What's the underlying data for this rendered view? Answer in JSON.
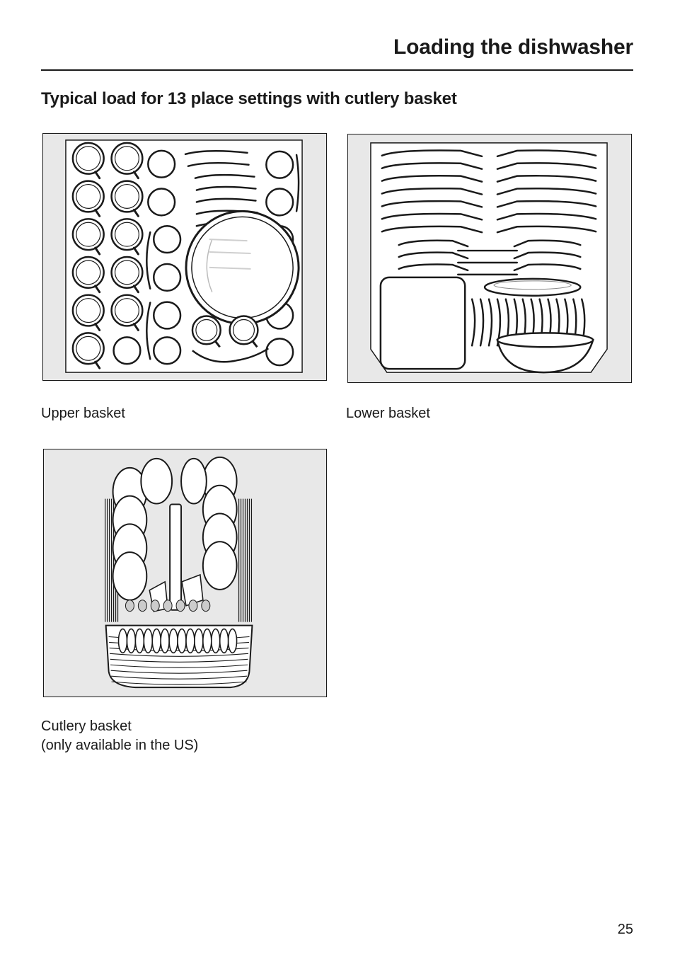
{
  "header": {
    "title": "Loading the dishwasher"
  },
  "section": {
    "title": "Typical load for 13 place settings with cutlery basket"
  },
  "figures": {
    "upper_basket": {
      "caption": "Upper basket"
    },
    "lower_basket": {
      "caption": "Lower basket"
    },
    "cutlery_basket": {
      "caption_line1": "Cutlery basket",
      "caption_line2": "(only available in the US)"
    }
  },
  "footer": {
    "page_number": "25"
  }
}
